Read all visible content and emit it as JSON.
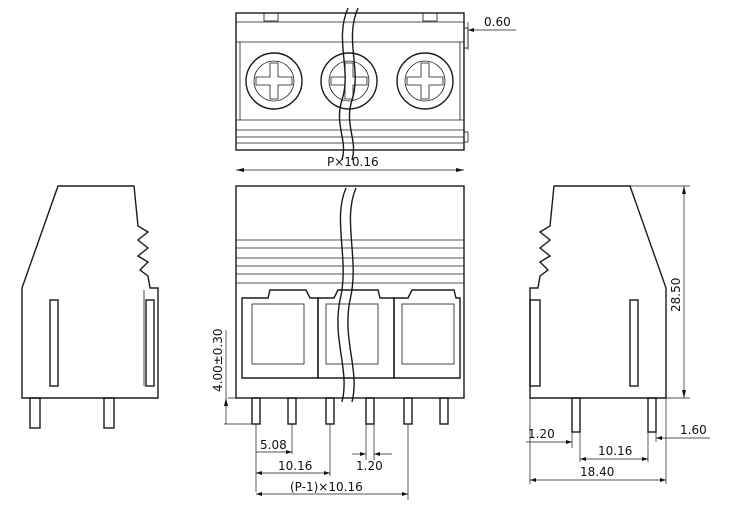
{
  "dimensions": {
    "d060": "0.60",
    "pitch_total": "P×10.16",
    "height_total": "28.50",
    "pin_length": "4.00±0.30",
    "d508": "5.08",
    "d1016_front": "10.16",
    "d120_front": "1.20",
    "pitch_span": "(P-1)×10.16",
    "d120_side": "1.20",
    "d1016_side": "10.16",
    "d160": "1.60",
    "d1840": "18.40"
  }
}
